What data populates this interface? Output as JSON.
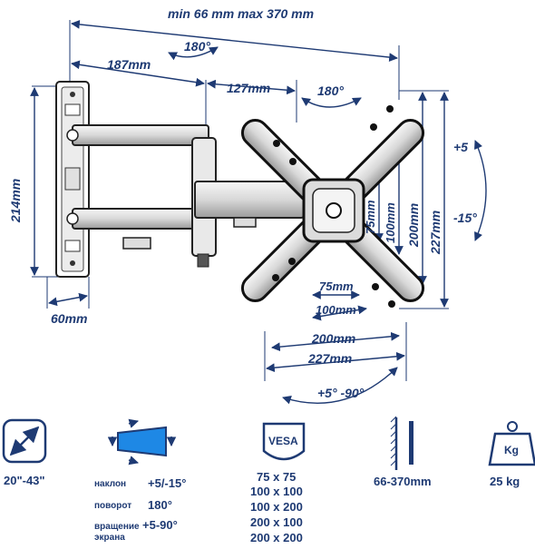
{
  "dims": {
    "top_range": "min 66 mm max 370 mm",
    "arm1": "187mm",
    "arm2": "127mm",
    "swivel1": "180°",
    "swivel2": "180°",
    "height_plate": "214mm",
    "depth": "60mm",
    "tilt_up": "+5",
    "tilt_down": "-15°",
    "v75": "75mm",
    "v100": "100mm",
    "v200": "200mm",
    "v227": "227mm",
    "h75": "75mm",
    "h100": "100mm",
    "h200": "200mm",
    "h227": "227mm",
    "rotation": "+5° -90°"
  },
  "specs": {
    "screen_size": "20\"-43\"",
    "tilt_label": "наклон",
    "tilt_value": "+5/-15°",
    "swivel_label": "поворот",
    "swivel_value": "180°",
    "rotation_label_1": "вращение",
    "rotation_label_2": "экрана",
    "rotation_value": "+5-90°",
    "vesa_icon_text": "VESA",
    "vesa_values": [
      "75 x 75",
      "100 x 100",
      "100 x 200",
      "200 x 100",
      "200 x 200"
    ],
    "wall_distance": "66-370mm",
    "weight_icon_text": "Kg",
    "max_load": "25 kg"
  },
  "colors": {
    "accent": "#1e3a73",
    "icon_blue": "#1e88e5",
    "metal_dark": "#2b2b2b",
    "metal_light": "#f2f2f2"
  }
}
